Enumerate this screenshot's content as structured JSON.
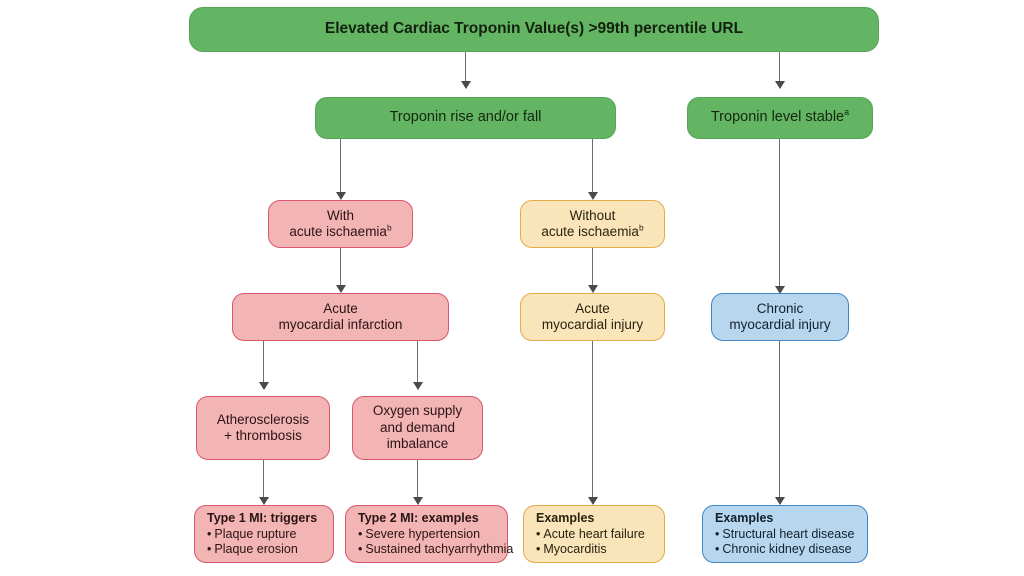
{
  "diagram": {
    "title_box": {
      "label": "Elevated Cardiac Troponin Value(s) >99th percentile URL"
    },
    "row2": {
      "rise_fall": "Troponin rise and/or fall",
      "stable_main": "Troponin level stable",
      "stable_sup": "a"
    },
    "row3": {
      "with_line1": "With",
      "with_line2": "acute ischaemia",
      "with_sup": "b",
      "without_line1": "Without",
      "without_line2": "acute ischaemia",
      "without_sup": "b"
    },
    "row4": {
      "ami_line1": "Acute",
      "ami_line2": "myocardial infarction",
      "acute_injury_line1": "Acute",
      "acute_injury_line2": "myocardial injury",
      "chronic_injury_line1": "Chronic",
      "chronic_injury_line2": "myocardial injury"
    },
    "row5": {
      "athero_line1": "Atherosclerosis",
      "athero_line2": "+ thrombosis",
      "oxygen_line1": "Oxygen supply",
      "oxygen_line2": "and demand",
      "oxygen_line3": "imbalance"
    },
    "row6": {
      "type1": {
        "title": "Type 1 MI: triggers",
        "items": [
          "Plaque rupture",
          "Plaque erosion"
        ]
      },
      "type2": {
        "title": "Type 2 MI: examples",
        "items": [
          "Severe hypertension",
          "Sustained tachyarrhythmia"
        ]
      },
      "acute_examples": {
        "title": "Examples",
        "items": [
          "Acute heart failure",
          "Myocarditis"
        ]
      },
      "chronic_examples": {
        "title": "Examples",
        "items": [
          "Structural heart disease",
          "Chronic kidney disease"
        ]
      }
    },
    "bullet_char": "•",
    "colors": {
      "green": "#63b463",
      "pink_fill": "#f3b4b4",
      "pink_border": "#d9566f",
      "yellow_fill": "#fae5bb",
      "yellow_border": "#e4ab4a",
      "blue_fill": "#b8d6ee",
      "blue_border": "#3f86c4",
      "connector": "#6f6f6f"
    }
  }
}
